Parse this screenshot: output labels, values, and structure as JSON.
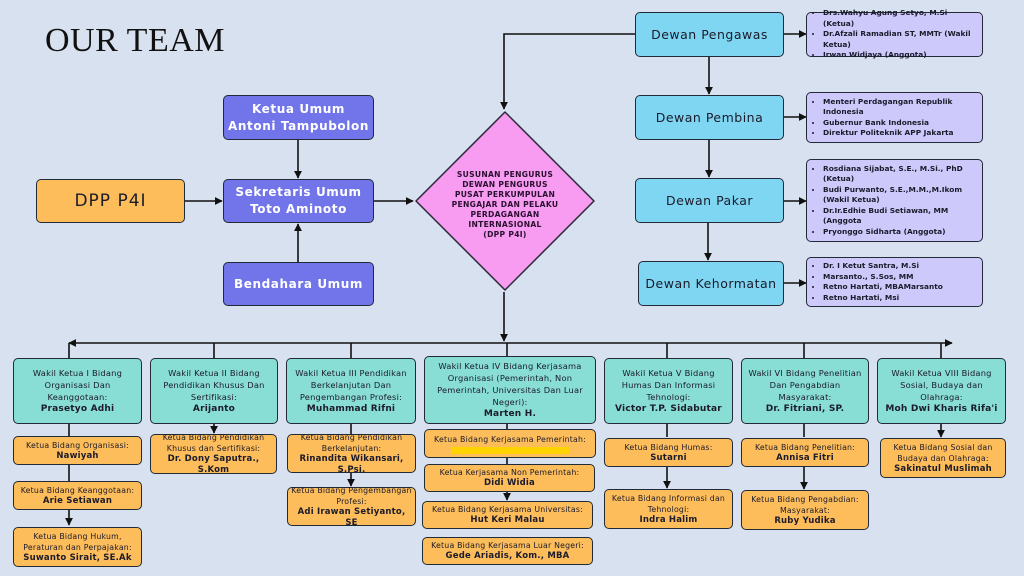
{
  "title": "OUR TEAM",
  "root": "DPP P4I",
  "leadership": {
    "ketua_umum": {
      "role": "Ketua Umum",
      "name": "Antoni Tampubolon"
    },
    "sekretaris_umum": {
      "role": "Sekretaris Umum",
      "name": "Toto Aminoto"
    },
    "bendahara_umum": {
      "role": "Bendahara Umum"
    }
  },
  "center": {
    "lines": [
      "SUSUNAN PENGURUS",
      "DEWAN PENGURUS",
      "PUSAT PERKUMPULAN",
      "PENGAJAR DAN PELAKU",
      "PERDAGANGAN",
      "INTERNASIONAL",
      "(DPP P4I)"
    ]
  },
  "dewan": [
    {
      "label": "Dewan Pengawas",
      "members": [
        "Drs.Wahyu Agung Setyo, M.Si (Ketua)",
        "Dr.Afzali Ramadian ST, MMTr (Wakil Ketua)",
        "Irwan Widjaya (Anggota)"
      ]
    },
    {
      "label": "Dewan Pembina",
      "members": [
        "Menteri Perdagangan Republik Indonesia",
        "Gubernur Bank Indonesia",
        "Direktur Politeknik APP Jakarta"
      ]
    },
    {
      "label": "Dewan Pakar",
      "members": [
        "Rosdiana Sijabat, S.E., M.Si., PhD (Ketua)",
        "Budi Purwanto, S.E.,M.M.,M.Ikom (Wakil Ketua)",
        "Dr.Ir.Edhie Budi Setiawan, MM (Anggota",
        "Pryonggo Sidharta (Anggota)"
      ]
    },
    {
      "label": "Dewan Kehormatan",
      "members": [
        "Dr. I Ketut Santra, M.Si",
        "Marsanto., S.Sos, MM",
        "Retno Hartati, MBAMarsanto",
        "Retno Hartati, Msi"
      ]
    }
  ],
  "wakil": [
    {
      "title": "Wakil Ketua I Bidang Organisasi Dan Keanggotaan:",
      "name": "Prasetyo Adhi",
      "ketua": [
        {
          "title": "Ketua Bidang Organisasi:",
          "name": "Nawiyah"
        },
        {
          "title": "Ketua Bidang Keanggotaan:",
          "name": "Arie Setiawan"
        },
        {
          "title": "Ketua Bidang Hukum, Peraturan dan Perpajakan:",
          "name": "Suwanto Sirait, SE.Ak"
        }
      ]
    },
    {
      "title": "Wakil Ketua II Bidang Pendidikan Khusus Dan Sertifikasi:",
      "name": "Arijanto",
      "ketua": [
        {
          "title": "Ketua Bidang Pendidikan Khusus dan Sertifikasi:",
          "name": "Dr. Dony Saputra., S.Kom"
        }
      ]
    },
    {
      "title": "Wakil Ketua III Pendidikan Berkelanjutan Dan Pengembangan Profesi:",
      "name": "Muhammad Rifni",
      "ketua": [
        {
          "title": "Ketua Bidang Pendidikan Berkelanjutan:",
          "name": "Rinandita Wikansari, S.Psi."
        },
        {
          "title": "Ketua Bidang Pengembangan Profesi:",
          "name": "Adi Irawan Setiyanto, SE"
        }
      ]
    },
    {
      "title": "Wakil Ketua IV Bidang Kerjasama Organisasi (Pemerintah, Non Pemerintah, Universitas Dan Luar Negeri):",
      "name": "Marten H.",
      "ketua": [
        {
          "title": "Ketua Bidang Kerjasama Pemerintah:",
          "name": ""
        },
        {
          "title": "Ketua Kerjasama Non Pemerintah:",
          "name": "Didi Widia"
        },
        {
          "title": "Ketua Bidang Kerjasama Universitas:",
          "name": "Hut Keri Malau"
        },
        {
          "title": "Ketua Bidang Kerjasama Luar Negeri:",
          "name": "Gede Ariadis, Kom., MBA"
        }
      ]
    },
    {
      "title": "Wakil Ketua V Bidang Humas Dan Informasi Tehnologi:",
      "name": "Victor T.P. Sidabutar",
      "ketua": [
        {
          "title": "Ketua Bidang Humas:",
          "name": "Sutarni"
        },
        {
          "title": "Ketua Bidang Informasi dan Tehnologi:",
          "name": "Indra Halim"
        }
      ]
    },
    {
      "title": "Wakil VI Bidang Penelitian Dan Pengabdian Masyarakat:",
      "name": "Dr. Fitriani, SP.",
      "ketua": [
        {
          "title": "Ketua Bidang Penelitian:",
          "name": "Annisa Fitri"
        },
        {
          "title": "Ketua Bidang Pengabdian: Masyarakat:",
          "name": "Ruby Yudika"
        }
      ]
    },
    {
      "title": "Wakil Ketua VIII Bidang Sosial, Budaya dan Olahraga:",
      "name": "Moh Dwi Kharis Rifa'i",
      "ketua": [
        {
          "title": "Ketua Bidang Sosial dan Budaya dan Olahraga:",
          "name": "Sakinatul Muslimah"
        }
      ]
    }
  ],
  "colors": {
    "background": "#d8e1ef",
    "root": "#fdbd5b",
    "leadership": "#7275ea",
    "center": "#f79cf0",
    "dewan": "#7fd6f2",
    "members": "#cdc9fb",
    "wakil": "#88ddd4",
    "ketua": "#fdbd5b",
    "redaction": "#fdd400"
  }
}
